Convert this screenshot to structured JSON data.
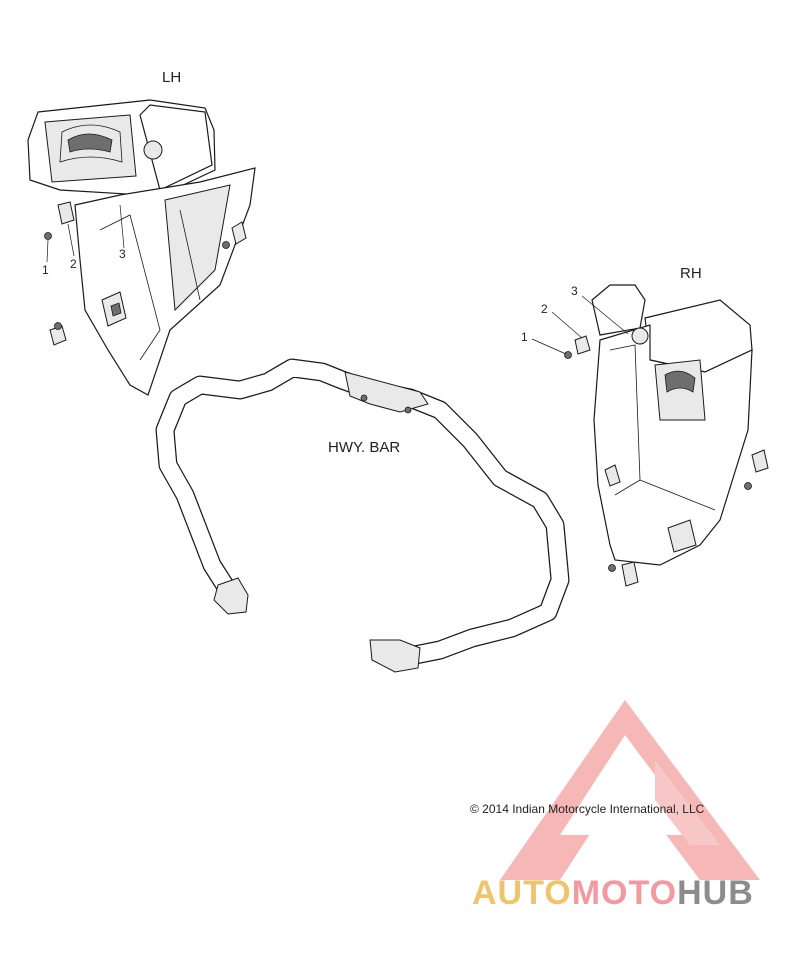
{
  "labels": {
    "left_side": "LH",
    "right_side": "RH",
    "center": "HWY. BAR"
  },
  "callouts": {
    "lh": [
      "1",
      "2",
      "3"
    ],
    "rh": [
      "1",
      "2",
      "3"
    ]
  },
  "copyright": "© 2014 Indian Motorcycle International, LLC",
  "watermark": {
    "part1": "AUTO",
    "part2": "MOTO",
    "part3": "HUB",
    "colors": {
      "auto": "#f2c46a",
      "moto": "#f39aa0",
      "hub": "#8c8c8c",
      "logo": "#f08080"
    }
  }
}
